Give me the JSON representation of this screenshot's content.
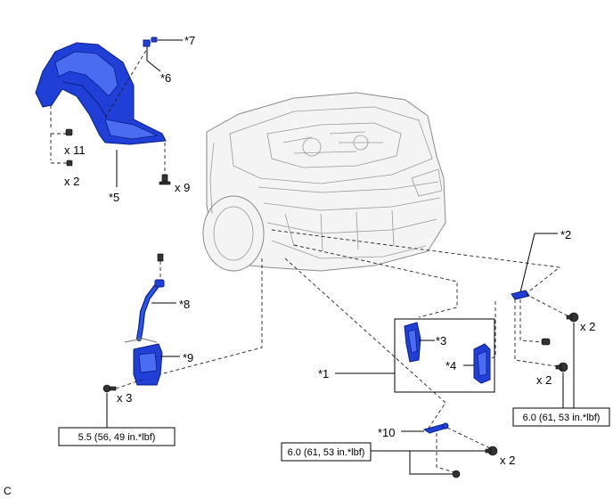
{
  "callouts": {
    "c1": "*1",
    "c2": "*2",
    "c3": "*3",
    "c4": "*4",
    "c5": "*5",
    "c6": "*6",
    "c7": "*7",
    "c8": "*8",
    "c9": "*9",
    "c10": "*10"
  },
  "quantities": {
    "fender_x11": "x 11",
    "fender_x2": "x 2",
    "fender_x9": "x 9",
    "tank_x3": "x 3",
    "bracket_x2_top": "x 2",
    "bracket_x2_mid": "x 2",
    "lower_x2": "x 2"
  },
  "torques": {
    "tank": "5.5 (56, 49 in.*lbf)",
    "bracket": "6.0 (61, 53 in.*lbf)",
    "lower": "6.0 (61, 53 in.*lbf)"
  },
  "corner_mark": "C",
  "colors": {
    "part_blue": "#1f3fd6",
    "outline": "#000000"
  }
}
